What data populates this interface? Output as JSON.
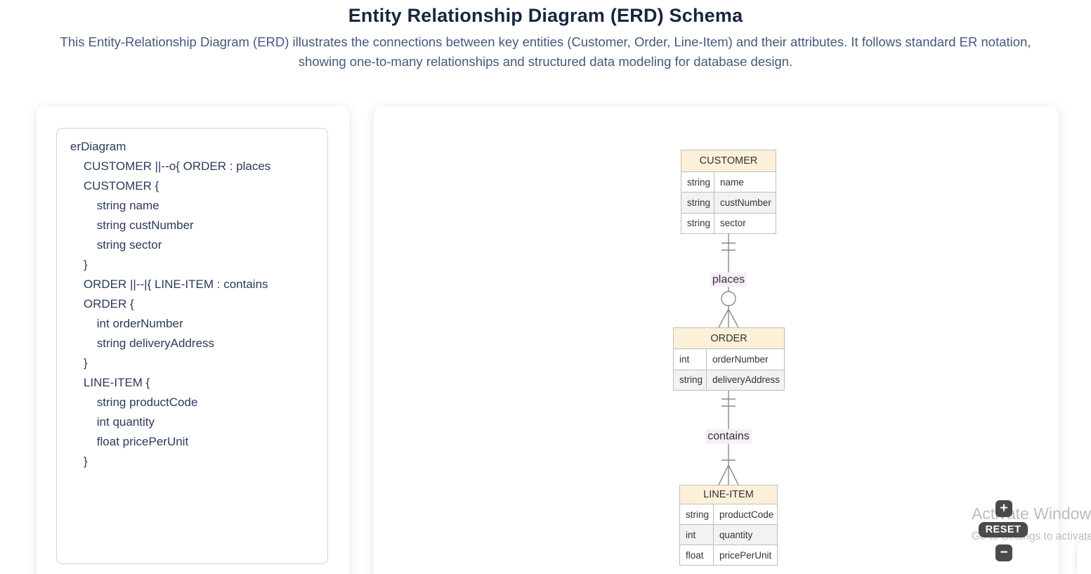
{
  "page": {
    "title": "Entity Relationship Diagram (ERD) Schema",
    "subtitle": "This Entity-Relationship Diagram (ERD) illustrates the connections between key entities (Customer, Order, Line-Item) and their attributes. It follows standard ER notation, showing one-to-many relationships and structured data modeling for database design."
  },
  "code_editor": {
    "content": "erDiagram\n    CUSTOMER ||--o{ ORDER : places\n    CUSTOMER {\n        string name\n        string custNumber\n        string sector\n    }\n    ORDER ||--|{ LINE-ITEM : contains\n    ORDER {\n        int orderNumber\n        string deliveryAddress\n    }\n    LINE-ITEM {\n        string productCode\n        int quantity\n        float pricePerUnit\n    }"
  },
  "diagram": {
    "entities": [
      {
        "name": "CUSTOMER",
        "attributes": [
          [
            "string",
            "name"
          ],
          [
            "string",
            "custNumber"
          ],
          [
            "string",
            "sector"
          ]
        ]
      },
      {
        "name": "ORDER",
        "attributes": [
          [
            "int",
            "orderNumber"
          ],
          [
            "string",
            "deliveryAddress"
          ]
        ]
      },
      {
        "name": "LINE-ITEM",
        "attributes": [
          [
            "string",
            "productCode"
          ],
          [
            "int",
            "quantity"
          ],
          [
            "float",
            "pricePerUnit"
          ]
        ]
      }
    ],
    "relationships": [
      {
        "from": "CUSTOMER",
        "to": "ORDER",
        "label": "places",
        "from_cardinality": "exactly-one",
        "to_cardinality": "zero-or-many"
      },
      {
        "from": "ORDER",
        "to": "LINE-ITEM",
        "label": "contains",
        "from_cardinality": "exactly-one",
        "to_cardinality": "one-or-many"
      }
    ],
    "colors": {
      "entity_header_bg": "#fcf0d9",
      "row_odd_bg": "#ffffff",
      "row_even_bg": "#f2f2f2",
      "border": "#bdbdbd",
      "line": "#8a8a8a",
      "label_bg": "#f8eefb",
      "text": "#333333"
    }
  },
  "zoom_controls": {
    "zoom_in_label": "+",
    "reset_label": "RESET",
    "zoom_out_label": "−"
  },
  "watermark": {
    "line1": "Activate Windows",
    "line2": "Go to Settings to activate Windows"
  }
}
